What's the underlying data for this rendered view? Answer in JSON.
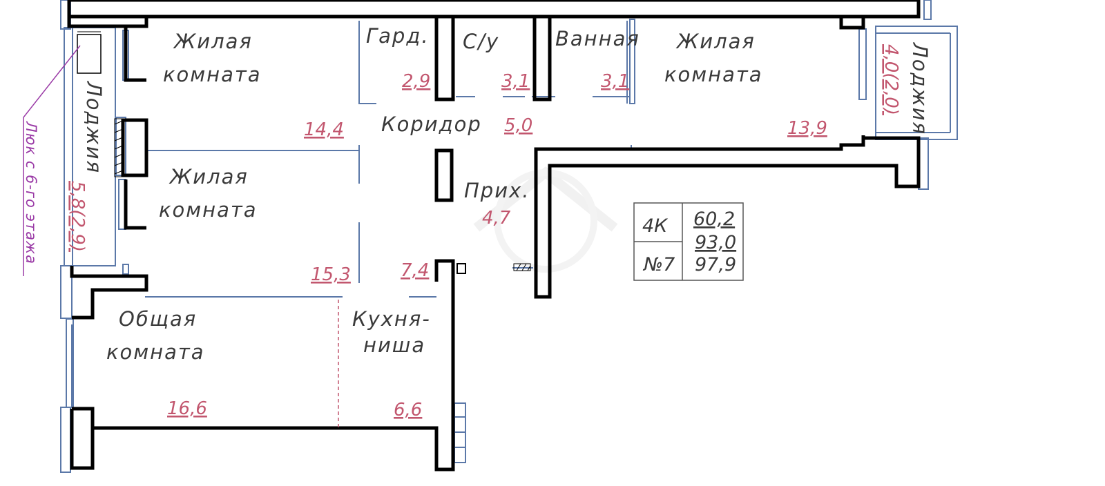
{
  "colors": {
    "wall": "#000000",
    "window": "#5b78a8",
    "area_text": "#c2566e",
    "label_text": "#3a3a3a",
    "annotation": "#9a3aa6",
    "watermark": "#f4f4f4"
  },
  "rooms": {
    "living_top_left": {
      "label_1": "Жилая",
      "label_2": "комната",
      "area": "14,4"
    },
    "wardrobe": {
      "label": "Гард.",
      "area": "2,9"
    },
    "wc": {
      "label": "С/у",
      "area": "3,1"
    },
    "bathroom": {
      "label": "Ванная",
      "area": "3,1"
    },
    "living_top_right": {
      "label_1": "Жилая",
      "label_2": "комната",
      "area": "13,9"
    },
    "corridor": {
      "label": "Коридор",
      "area": "5,0"
    },
    "living_middle": {
      "label_1": "Жилая",
      "label_2": "комната",
      "area": "15,3"
    },
    "hall": {
      "label": "Прих.",
      "area": "4,7"
    },
    "hall_second": {
      "area": "7,4"
    },
    "common_room": {
      "label_1": "Общая",
      "label_2": "комната",
      "area": "16,6"
    },
    "kitchen_niche": {
      "label_1": "Кухня-",
      "label_2": "ниша",
      "area": "6,6"
    },
    "loggia_left": {
      "label": "Лоджия",
      "area": "5,8(2,9)"
    },
    "loggia_right": {
      "label": "Лоджия",
      "area": "4,0(2,0)"
    }
  },
  "annotation": {
    "hatch_note": "Люк с 6-го этажа"
  },
  "summary_table": {
    "rooms": "4К",
    "apartment_no": "№7",
    "living_area": "60,2",
    "total_area": "93,0",
    "total_with_loggia": "97,9"
  }
}
